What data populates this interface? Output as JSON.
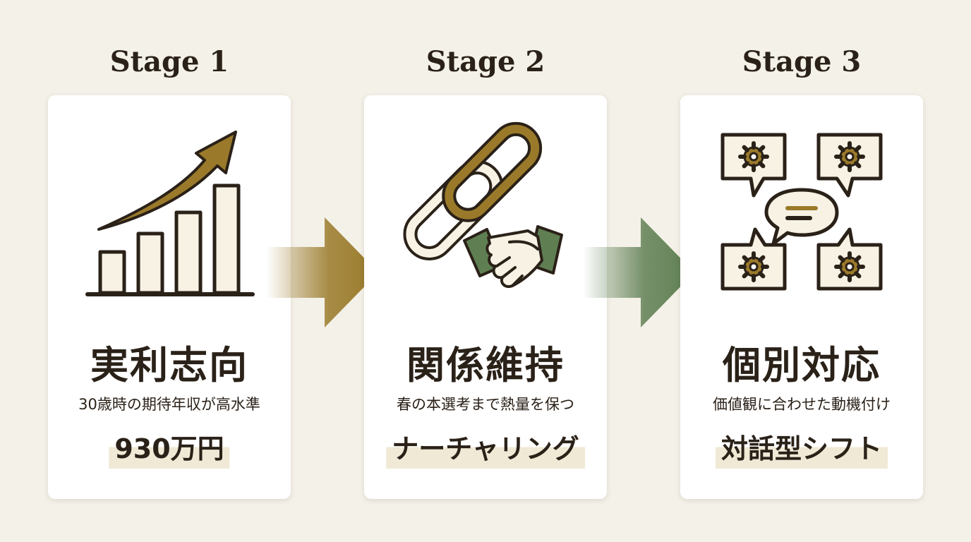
{
  "colors": {
    "background": "#f4f1e9",
    "gold": "#9a7a2a",
    "green": "#5f7f53",
    "ink": "#2a2118",
    "highlight": "#f0e9d6"
  },
  "stages": [
    {
      "title": "Stage 1",
      "icon": "bar-chart-growth-icon",
      "heading": "実利志向",
      "sub": "30歳時の期待年収が高水準",
      "tag": "930万円"
    },
    {
      "title": "Stage 2",
      "icon": "chain-link-handshake-icon",
      "heading": "関係維持",
      "sub": "春の本選考まで熱量を保つ",
      "tag": "ナーチャリング"
    },
    {
      "title": "Stage 3",
      "icon": "dialogue-gears-icon",
      "heading": "個別対応",
      "sub": "価値観に合わせた動機付け",
      "tag": "対話型シフト"
    }
  ]
}
